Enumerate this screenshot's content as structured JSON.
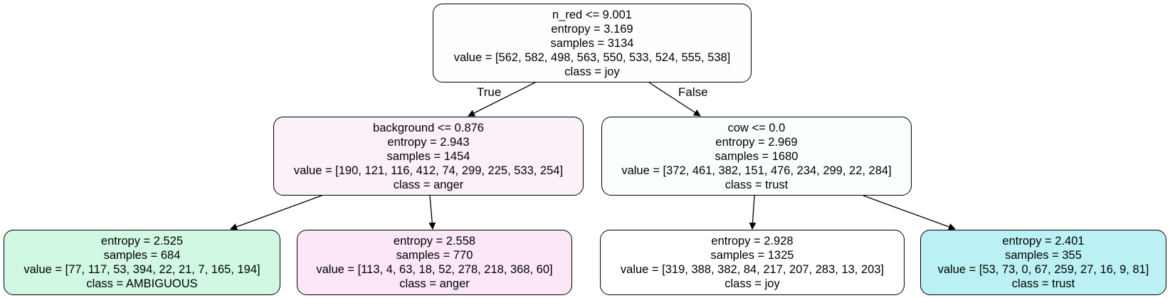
{
  "tree": {
    "root": {
      "lines": [
        "n_red <= 9.001",
        "entropy = 3.169",
        "samples = 3134",
        "value = [562, 582, 498, 563, 550, 533, 524, 555, 538]",
        "class = joy"
      ],
      "fill": "#fefefe"
    },
    "left": {
      "lines": [
        "background <= 0.876",
        "entropy = 2.943",
        "samples = 1454",
        "value = [190, 121, 116, 412, 74, 299, 225, 533, 254]",
        "class = anger"
      ],
      "fill": "#fcf0f9"
    },
    "right": {
      "lines": [
        "cow <= 0.0",
        "entropy = 2.969",
        "samples = 1680",
        "value = [372, 461, 382, 151, 476, 234, 299, 22, 284]",
        "class = trust"
      ],
      "fill": "#fbfefe"
    },
    "left_left": {
      "lines": [
        "entropy = 2.525",
        "samples = 684",
        "value = [77, 117, 53, 394, 22, 21, 7, 165, 194]",
        "class = AMBIGUOUS"
      ],
      "fill": "#d0f8e2"
    },
    "left_right": {
      "lines": [
        "entropy = 2.558",
        "samples = 770",
        "value = [113, 4, 63, 18, 52, 278, 218, 368, 60]",
        "class = anger"
      ],
      "fill": "#fbe7f6"
    },
    "right_left": {
      "lines": [
        "entropy = 2.928",
        "samples = 1325",
        "value = [319, 388, 382, 84, 217, 207, 283, 13, 203]",
        "class = joy"
      ],
      "fill": "#ffffff"
    },
    "right_right": {
      "lines": [
        "entropy = 2.401",
        "samples = 355",
        "value = [53, 73, 0, 67, 259, 27, 16, 9, 81]",
        "class = trust"
      ],
      "fill": "#bbf1f4"
    }
  },
  "edge_labels": {
    "true_label": "True",
    "false_label": "False"
  }
}
